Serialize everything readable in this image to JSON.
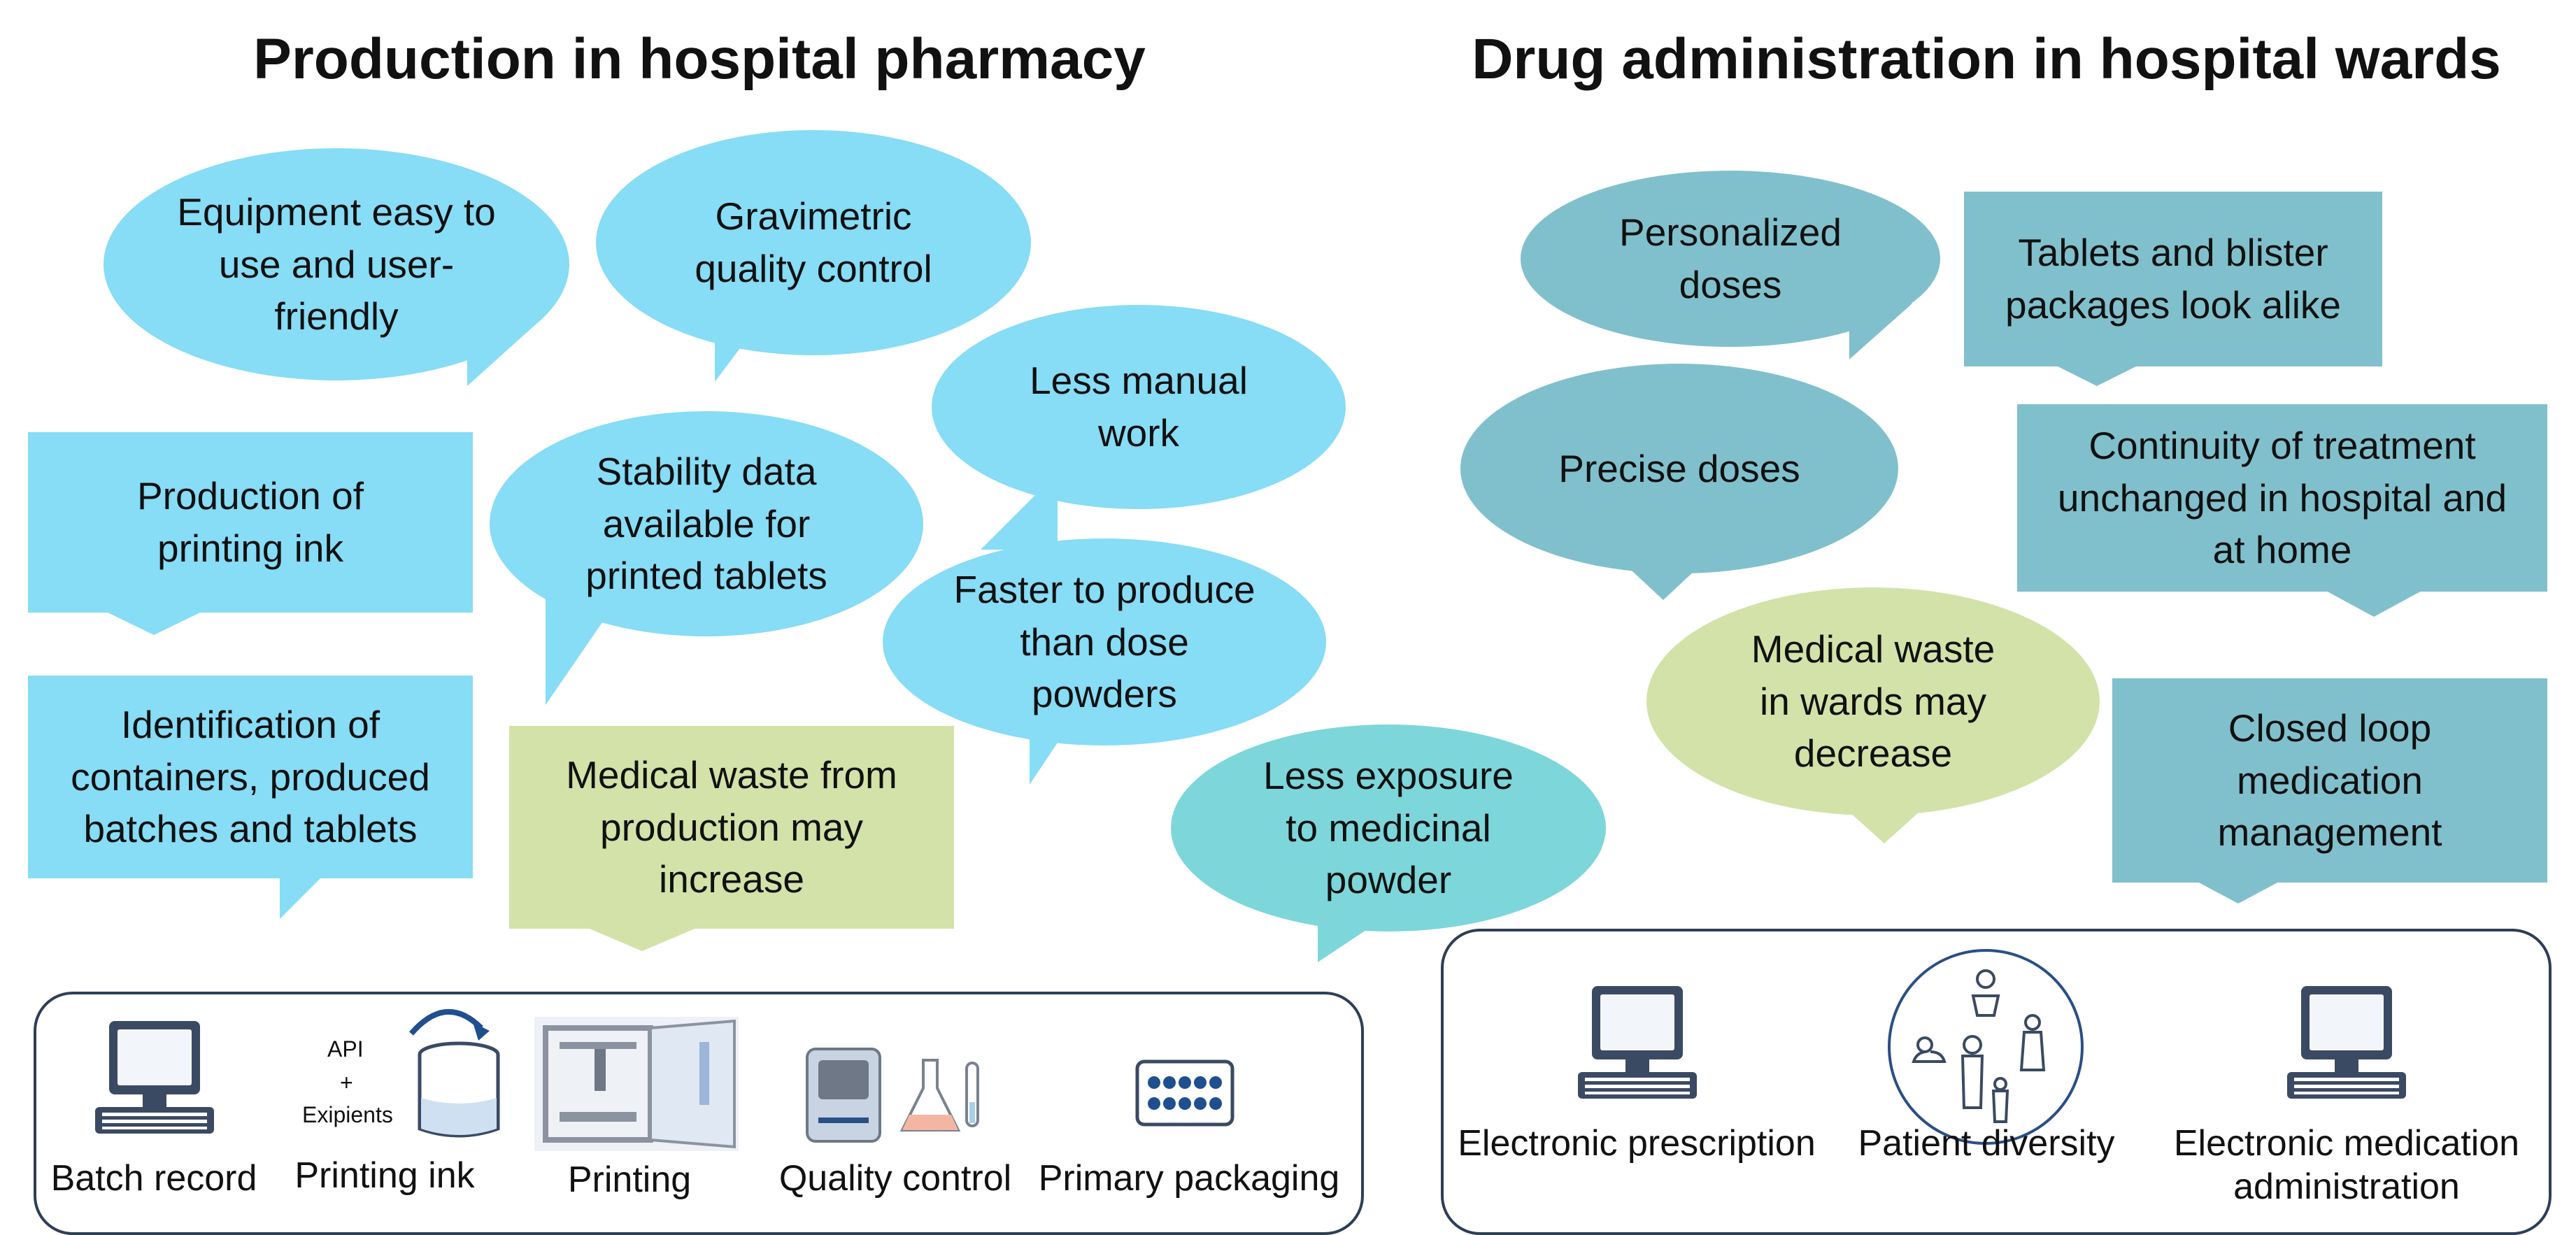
{
  "titles": {
    "left": "Production in hospital pharmacy",
    "right": "Drug administration in hospital wards"
  },
  "bubbles": {
    "equipment": "Equipment easy to use and user-friendly",
    "gravimetric": "Gravimetric quality control",
    "less_manual": "Less manual work",
    "production_ink": "Production of printing ink",
    "stability": "Stability data available for printed tablets",
    "faster": "Faster to produce than dose powders",
    "identification": "Identification of containers, produced batches and tablets",
    "waste_production": "Medical waste from production may increase",
    "less_exposure": "Less exposure to medicinal powder",
    "personalized": "Personalized doses",
    "tablets_alike": "Tablets and blister packages look alike",
    "precise": "Precise doses",
    "continuity": "Continuity of treatment unchanged in hospital and at home",
    "waste_wards": "Medical waste in wards may decrease",
    "closed_loop": "Closed loop medication management"
  },
  "process": {
    "batch_record": "Batch record",
    "printing_ink": "Printing ink",
    "printing": "Printing",
    "quality_control": "Quality control",
    "primary_packaging": "Primary packaging",
    "api": "API",
    "plus": "+",
    "expients": "Exipients"
  },
  "ward": {
    "e_prescription": "Electronic prescription",
    "patient_diversity": "Patient diversity",
    "e_administration": "Electronic medication administration"
  },
  "colors": {
    "light_blue": "#87DCF6",
    "green": "#D3E2A8",
    "teal": "#80C0CC",
    "cyan": "#7DD6DA",
    "navy": "#2E3E56"
  }
}
